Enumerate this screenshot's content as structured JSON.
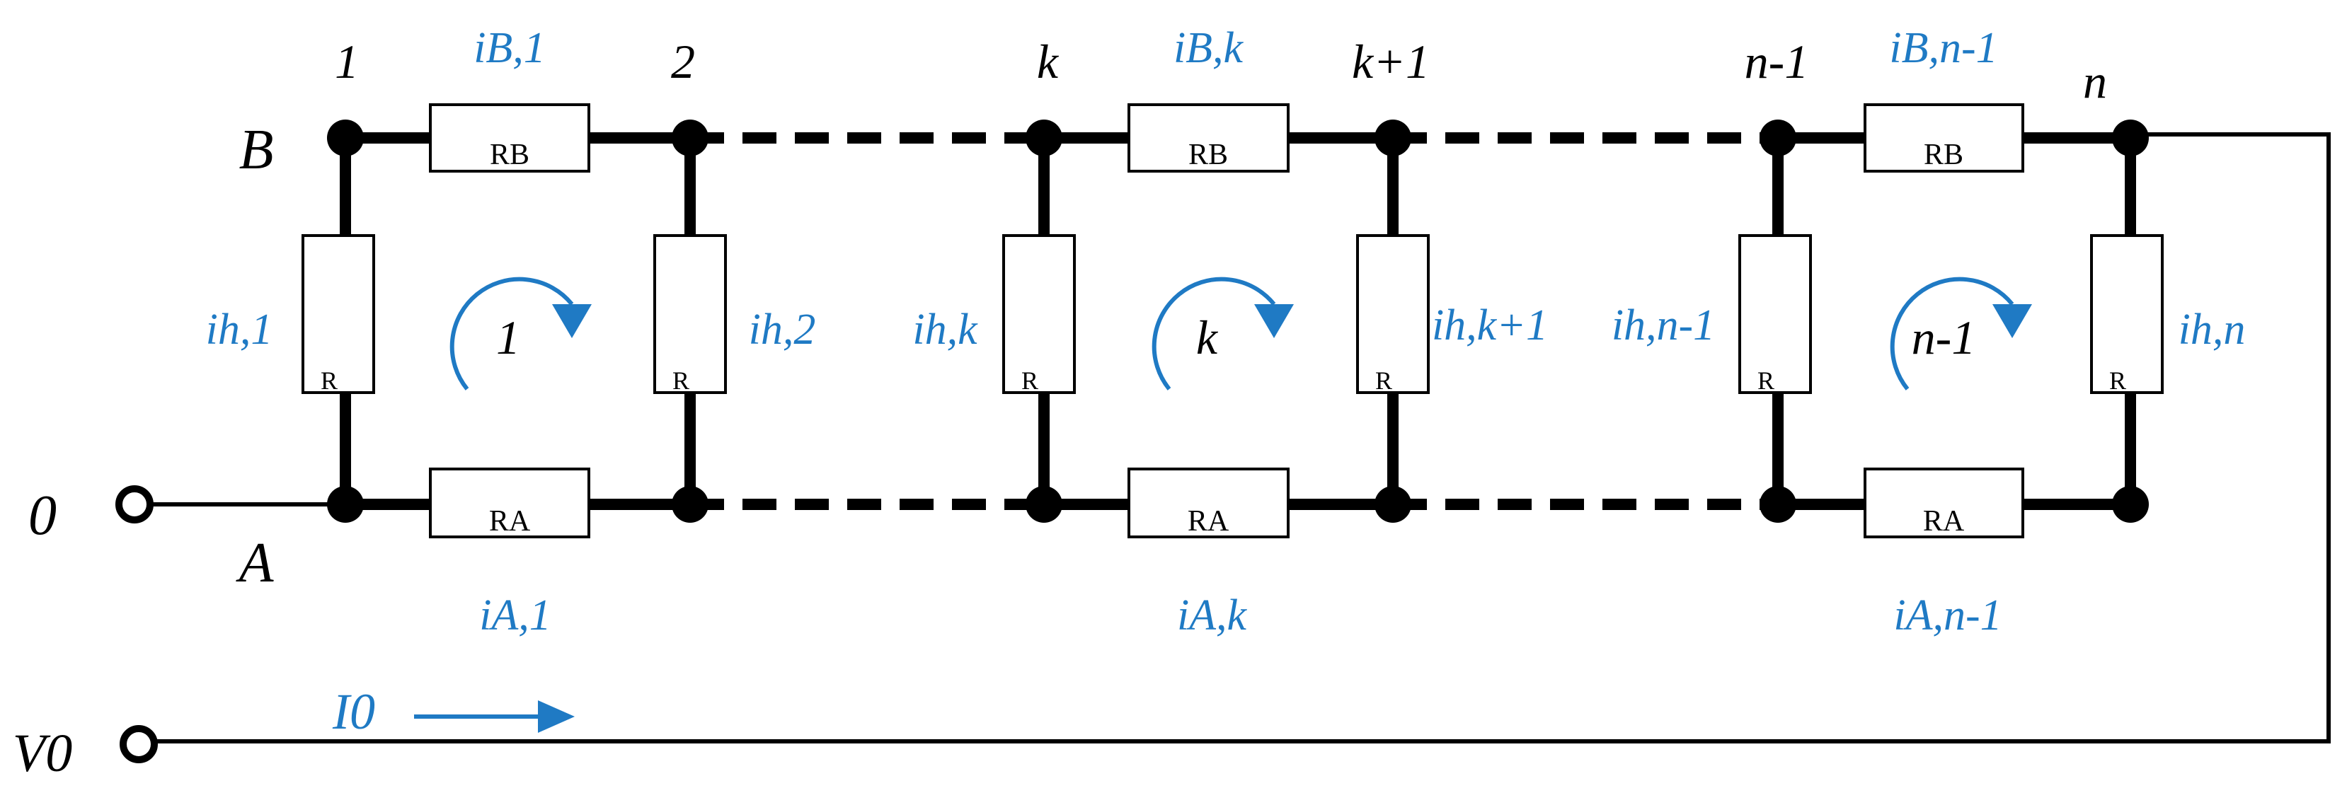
{
  "colors": {
    "current": "#1f7ac4",
    "wire": "#000000"
  },
  "node_labels": {
    "n1": "1",
    "n2": "2",
    "nk": "k",
    "nk1": "k+1",
    "nn1": "n-1",
    "nn": "n",
    "rail_b": "B",
    "rail_a": "A",
    "terminal_0": "0",
    "terminal_v0": "V0"
  },
  "resistor_labels": {
    "rb": "RB",
    "ra": "RA",
    "rh": "R"
  },
  "currents": {
    "ib1": "iB,1",
    "ibk": "iB,k",
    "ibn1": "iB,n-1",
    "ia1": "iA,1",
    "iak": "iA,k",
    "ian1": "iA,n-1",
    "ih1": "ih,1",
    "ih2": "ih,2",
    "ihk": "ih,k",
    "ihk1": "ih,k+1",
    "ihn1": "ih,n-1",
    "ihn": "ih,n",
    "i0": "I0"
  },
  "loops": {
    "l1": "1",
    "lk": "k",
    "ln1": "n-1"
  }
}
